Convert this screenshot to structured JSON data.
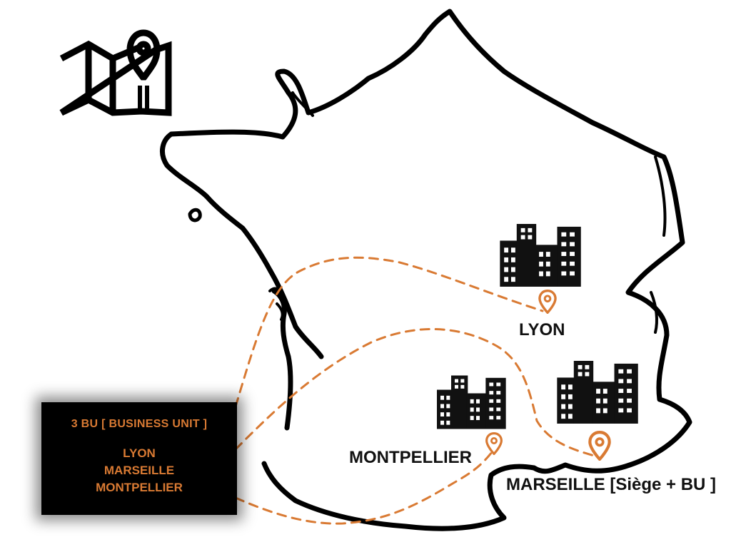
{
  "colors": {
    "accent": "#d97a33",
    "outline": "#000000",
    "text": "#111111"
  },
  "map": {
    "country_outline": "france-outline",
    "icon": "folded-map-with-pin-icon"
  },
  "cities": [
    {
      "id": "lyon",
      "label": "LYON",
      "icon": "office-buildings-icon",
      "pin": "location-pin-icon"
    },
    {
      "id": "montpellier",
      "label": "MONTPELLIER",
      "icon": "office-buildings-icon",
      "pin": "location-pin-icon"
    },
    {
      "id": "marseille",
      "label": "MARSEILLE [Siège + BU ]",
      "icon": "office-buildings-icon",
      "pin": "location-pin-icon"
    }
  ],
  "infobox": {
    "heading": "3 BU [ BUSINESS UNIT ]",
    "cities": [
      "LYON",
      "MARSEILLE",
      "MONTPELLIER"
    ]
  }
}
